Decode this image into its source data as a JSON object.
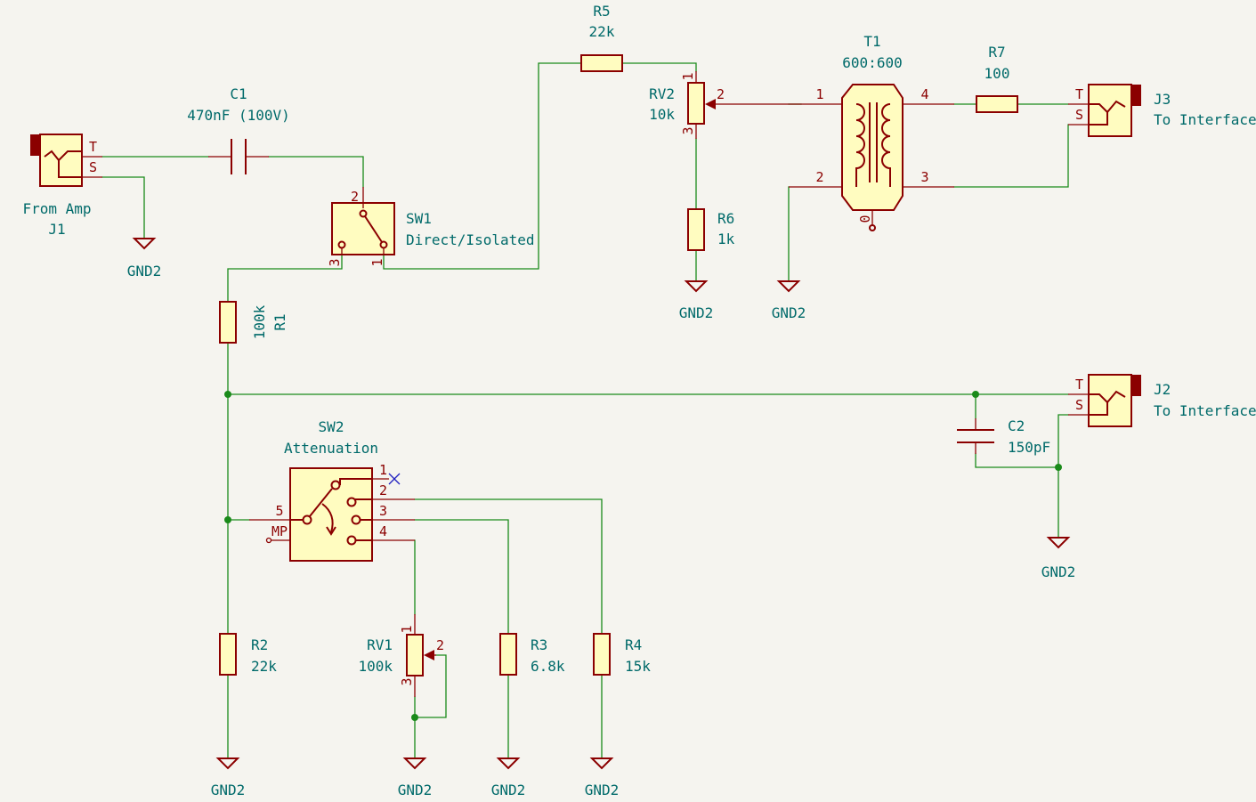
{
  "colors": {
    "background": "#f5f4ef",
    "wire": "#1a8a1a",
    "symbol": "#8b0000",
    "symbol_fill": "#fffcc0",
    "text": "#006a6a",
    "no_connect": "#2020c0"
  },
  "components": {
    "J1": {
      "ref": "J1",
      "value": "From Amp",
      "pin_tip": "T",
      "pin_sleeve": "S"
    },
    "C1": {
      "ref": "C1",
      "value": "470nF (100V)"
    },
    "SW1": {
      "ref": "SW1",
      "value": "Direct/Isolated",
      "pin1": "1",
      "pin2": "2",
      "pin3": "3"
    },
    "R5": {
      "ref": "R5",
      "value": "22k"
    },
    "RV2": {
      "ref": "RV2",
      "value": "10k",
      "pin1": "1",
      "pin2": "2",
      "pin3": "3"
    },
    "R6": {
      "ref": "R6",
      "value": "1k"
    },
    "T1": {
      "ref": "T1",
      "value": "600:600",
      "pin1": "1",
      "pin2": "2",
      "pin3": "3",
      "pin4": "4",
      "pin0": "0"
    },
    "R7": {
      "ref": "R7",
      "value": "100"
    },
    "J3": {
      "ref": "J3",
      "value": "To Interface",
      "pin_tip": "T",
      "pin_sleeve": "S"
    },
    "R1": {
      "ref": "R1",
      "value": "100k"
    },
    "J2": {
      "ref": "J2",
      "value": "To Interface",
      "pin_tip": "T",
      "pin_sleeve": "S"
    },
    "C2": {
      "ref": "C2",
      "value": "150pF"
    },
    "SW2": {
      "ref": "SW2",
      "value": "Attenuation",
      "pin1": "1",
      "pin2": "2",
      "pin3": "3",
      "pin4": "4",
      "pin5": "5",
      "pin_mp": "MP"
    },
    "R2": {
      "ref": "R2",
      "value": "22k"
    },
    "RV1": {
      "ref": "RV1",
      "value": "100k",
      "pin1": "1",
      "pin2": "2",
      "pin3": "3"
    },
    "R3": {
      "ref": "R3",
      "value": "6.8k"
    },
    "R4": {
      "ref": "R4",
      "value": "15k"
    }
  },
  "ground_label": "GND2"
}
